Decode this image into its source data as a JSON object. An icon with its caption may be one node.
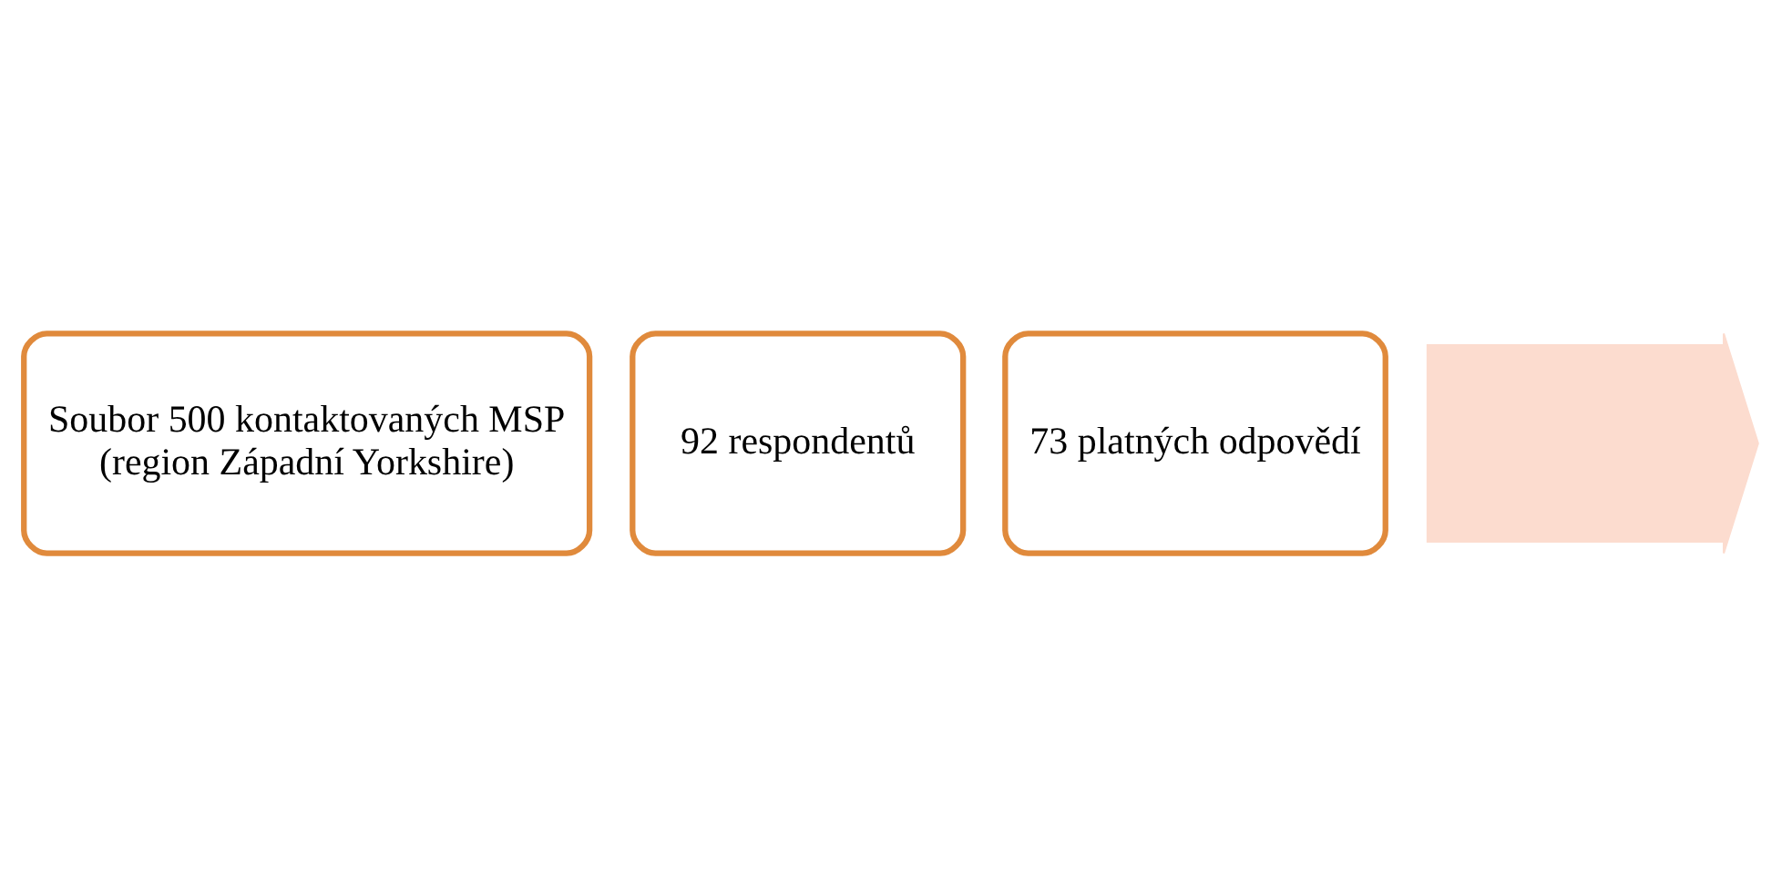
{
  "diagram": {
    "nodes": [
      {
        "text": [
          "Soubor 500 kontaktovaných MSP",
          "(region Západní Yorkshire)"
        ]
      },
      {
        "text": [
          "92 respondentů"
        ]
      },
      {
        "text": [
          "73 platných odpovědí"
        ]
      },
      {
        "text": [],
        "shape": "arrow"
      }
    ]
  }
}
